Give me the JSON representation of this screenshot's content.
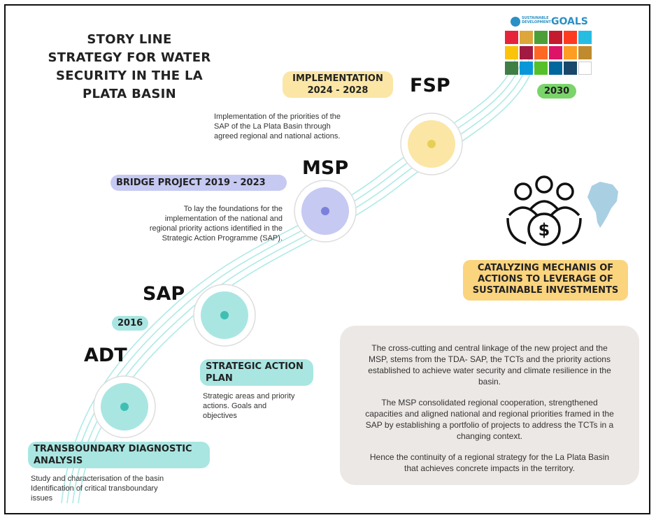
{
  "title": {
    "line1": "STORY LINE",
    "line2": "STRATEGY FOR WATER",
    "line3": "SECURITY IN THE LA",
    "line4": "PLATA BASIN"
  },
  "sdg_logo": {
    "small_text_1": "SUSTAINABLE",
    "small_text_2": "DEVELOPMENT",
    "goals": "GOALS"
  },
  "year_2030": "2030",
  "fsp": {
    "stage": "FSP",
    "pill_line1": "IMPLEMENTATION",
    "pill_line2": "2024 - 2028",
    "desc_line1": "Implementation of the priorities of the",
    "desc_line2": "SAP of the La Plata Basin through",
    "desc_line3": "agreed regional and national actions."
  },
  "msp": {
    "stage": "MSP",
    "pill": "BRIDGE PROJECT  2019 - 2023",
    "desc_line1": "To lay the foundations for the",
    "desc_line2": "implementation of the national and",
    "desc_line3": "regional priority actions identified in the",
    "desc_line4": "Strategic Action Programme (SAP)."
  },
  "sap": {
    "stage": "SAP",
    "year_pill": "2016",
    "pill_line1": "STRATEGIC ACTION",
    "pill_line2": "PLAN",
    "desc_line1": "Strategic areas and priority",
    "desc_line2": "actions. Goals and",
    "desc_line3": "objectives"
  },
  "adt": {
    "stage": "ADT",
    "pill_line1": "TRANSBOUNDARY DIAGNOSTIC",
    "pill_line2": "ANALYSIS",
    "desc_line1": "Study and characterisation of the basin",
    "desc_line2": "Identification of critical transboundary",
    "desc_line3": "issues"
  },
  "catalyze": {
    "line1": "CATALYZING MECHANIS OF",
    "line2": "ACTIONS TO LEVERAGE OF",
    "line3": "SUSTAINABLE INVESTMENTS"
  },
  "summary": {
    "p1_line1": "The cross-cutting and central linkage of the new project and the",
    "p1_line2": "MSP, stems from the TDA- SAP, the TCTs and the priority actions",
    "p1_line3": "established to achieve water security and climate resilience in the",
    "p1_line4": "basin.",
    "p2_line1": "The MSP consolidated regional cooperation, strengthened",
    "p2_line2": "capacities and aligned national and regional priorities framed in the",
    "p2_line3": "SAP by establishing a portfolio of projects to address the TCTs in a",
    "p2_line4": "changing context.",
    "p3_line1": "Hence the continuity of a regional strategy for the La Plata Basin",
    "p3_line2": "that achieves concrete impacts in the territory."
  },
  "colors": {
    "yellow": "#fbe6a6",
    "yellow_dot": "#e6cf55",
    "purple": "#c6c9f2",
    "purple_dot": "#7a80dc",
    "teal": "#a9e6e2",
    "teal_dot": "#3fbfb3",
    "green": "#7ad46a",
    "orange": "#fbd47e",
    "box": "#ece8e5",
    "path": "#aeeae6"
  }
}
